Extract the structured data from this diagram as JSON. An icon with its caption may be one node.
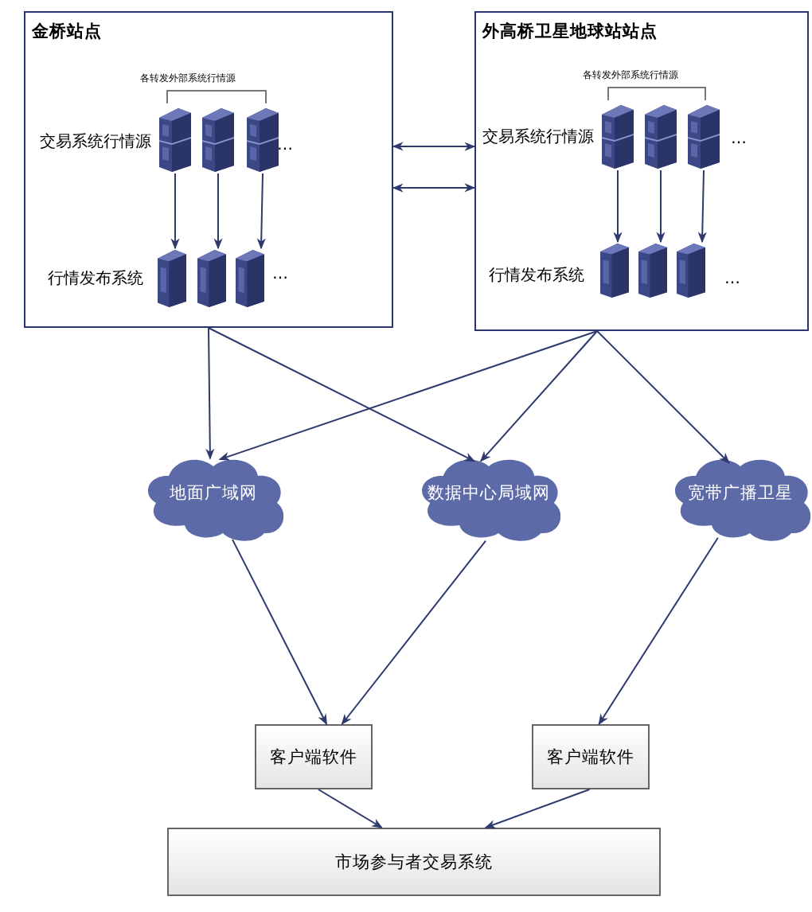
{
  "diagram": {
    "nodes": [
      {
        "text": [
          "金桥站点"
        ]
      },
      {
        "text": [
          "外高桥卫星地球站站点"
        ]
      },
      {
        "text": [],
        "shape": "picture",
        "in": 0
      },
      {
        "text": [],
        "shape": "picture",
        "in": 0
      },
      {
        "text": [],
        "shape": "picture",
        "in": 0
      },
      {
        "text": [],
        "shape": "picture",
        "in": 0
      },
      {
        "text": [],
        "shape": "picture",
        "in": 0
      },
      {
        "text": [],
        "shape": "picture",
        "in": 0
      },
      {
        "text": [],
        "shape": "picture",
        "in": 1
      },
      {
        "text": [],
        "shape": "picture",
        "in": 1
      },
      {
        "text": [],
        "shape": "picture",
        "in": 1
      },
      {
        "text": [],
        "shape": "picture",
        "in": 1
      },
      {
        "text": [],
        "shape": "picture",
        "in": 1
      },
      {
        "text": [],
        "shape": "picture",
        "in": 1
      },
      {
        "text": [
          "地面广域网"
        ]
      },
      {
        "text": [
          "数据中心局域网"
        ]
      },
      {
        "text": [
          "宽带广播卫星"
        ]
      },
      {
        "text": [
          "客户端软件"
        ]
      },
      {
        "text": [
          "客户端软件"
        ]
      },
      {
        "text": [
          "市场参与者交易系统"
        ]
      }
    ],
    "edges": [
      {
        "from": 0,
        "to": 1,
        "arrow": "both"
      },
      {
        "from": 0,
        "to": 1,
        "arrow": "both"
      },
      {
        "from": 2,
        "to": 5,
        "arrow": "to"
      },
      {
        "from": 3,
        "to": 6,
        "arrow": "to"
      },
      {
        "from": 4,
        "to": 7,
        "arrow": "to"
      },
      {
        "from": 8,
        "to": 11,
        "arrow": "to"
      },
      {
        "from": 9,
        "to": 12,
        "arrow": "to"
      },
      {
        "from": 10,
        "to": 13,
        "arrow": "to"
      },
      {
        "from": 0,
        "to": 14,
        "arrow": "to"
      },
      {
        "from": 0,
        "to": 15,
        "arrow": "to"
      },
      {
        "from": 1,
        "to": 14,
        "arrow": "to"
      },
      {
        "from": 1,
        "to": 15,
        "arrow": "to"
      },
      {
        "from": 1,
        "to": 16,
        "arrow": "to"
      },
      {
        "from": 14,
        "to": 17,
        "arrow": "to"
      },
      {
        "from": 15,
        "to": 17,
        "arrow": "to"
      },
      {
        "from": 16,
        "to": 18,
        "arrow": "to"
      },
      {
        "from": 17,
        "to": 19,
        "arrow": "to"
      },
      {
        "from": 18,
        "to": 19,
        "arrow": "to"
      }
    ],
    "labels": [
      "各转发外部系统行情源",
      "交易系统行情源",
      "…",
      "行情发布系统",
      "…",
      "各转发外部系统行情源",
      "交易系统行情源",
      "…",
      "行情发布系统",
      "…"
    ]
  }
}
